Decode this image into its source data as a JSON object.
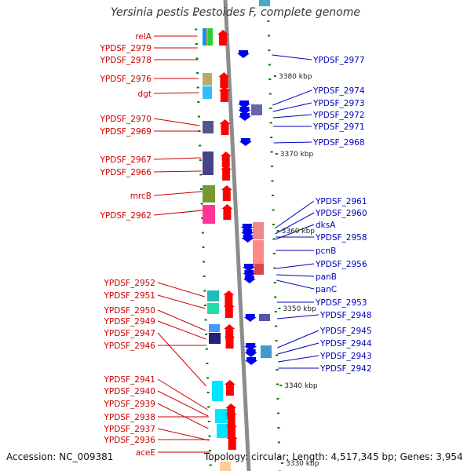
{
  "title": "Yersinia pestis Pestoides F, complete genome",
  "footer": {
    "accession": "Accession: NC_009381",
    "topology": "Topology: circular; Length: 4,517,345 bp; Genes: 3,954"
  },
  "colors": {
    "forward_label": "#cc0000",
    "reverse_label": "#0000bb",
    "forward_arrow": "#ff0000",
    "reverse_arrow": "#0000ee",
    "backbone": "#8c8c8c",
    "tick": "#007700"
  },
  "scale_labels": [
    "3380 kbp",
    "3370 kbp",
    "3360 kbp",
    "3350 kbp",
    "3340 kbp",
    "3330 kbp"
  ],
  "forward_genes": [
    "relA",
    "YPDSF_2979",
    "YPDSF_2978",
    "YPDSF_2976",
    "dgt",
    "YPDSF_2970",
    "YPDSF_2969",
    "YPDSF_2967",
    "YPDSF_2966",
    "mrcB",
    "YPDSF_2962",
    "YPDSF_2952",
    "YPDSF_2951",
    "YPDSF_2950",
    "YPDSF_2949",
    "YPDSF_2947",
    "YPDSF_2946",
    "YPDSF_2941",
    "YPDSF_2940",
    "YPDSF_2939",
    "YPDSF_2938",
    "YPDSF_2937",
    "YPDSF_2936",
    "aceE"
  ],
  "reverse_genes": [
    "YPDSF_2977",
    "YPDSF_2974",
    "YPDSF_2973",
    "YPDSF_2972",
    "YPDSF_2971",
    "YPDSF_2968",
    "YPDSF_2961",
    "YPDSF_2960",
    "dksA",
    "YPDSF_2958",
    "pcnB",
    "YPDSF_2956",
    "panB",
    "panC",
    "YPDSF_2953",
    "YPDSF_2948",
    "YPDSF_2945",
    "YPDSF_2944",
    "YPDSF_2943",
    "YPDSF_2942"
  ]
}
